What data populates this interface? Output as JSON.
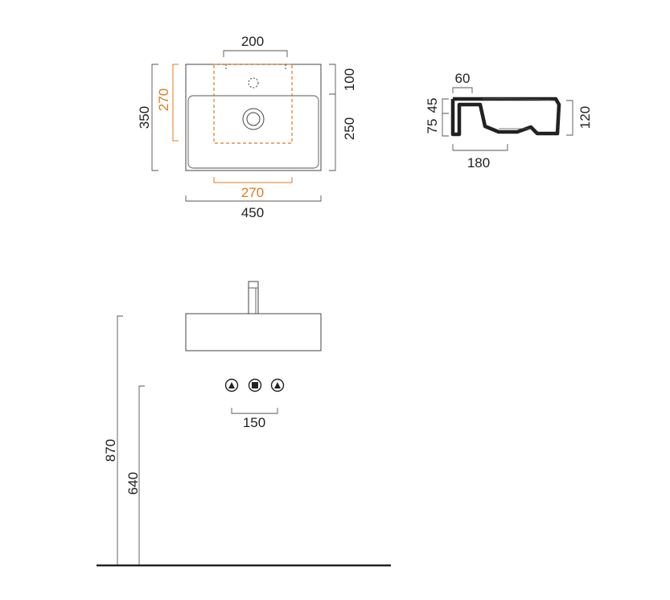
{
  "colors": {
    "ink": "#222222",
    "accent": "#e07b1f",
    "floor": "#222222"
  },
  "top_view": {
    "dim_tap_spacing": "200",
    "dim_overall_width": "450",
    "dim_overall_depth": "350",
    "dim_back_ledge": "100",
    "dim_bowl_depth": "250",
    "dim_cabinet_width": "270",
    "dim_cabinet_depth": "270"
  },
  "side_section": {
    "dim_ledge_width": "60",
    "dim_upper": "45",
    "dim_lower": "75",
    "dim_height": "120",
    "dim_base_width": "180"
  },
  "front_elevation": {
    "dim_rim_height": "870",
    "dim_outlet_height": "640",
    "dim_valve_spacing": "150"
  }
}
